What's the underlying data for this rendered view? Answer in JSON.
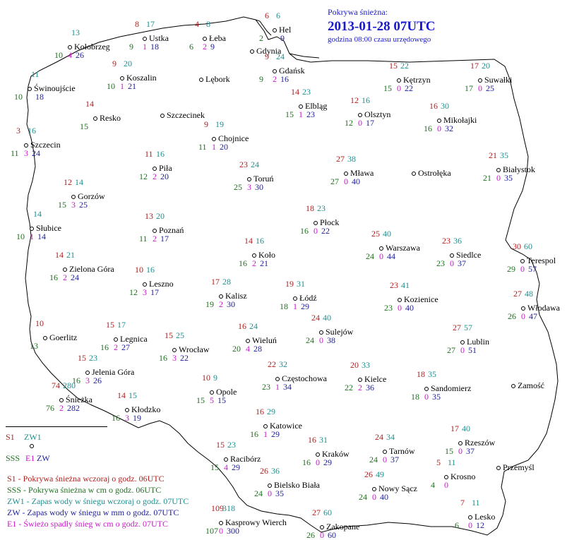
{
  "title": {
    "line1": "Pokrywa śnieżna:",
    "line2": "2013-01-28 07UTC",
    "line3": "godzina 08:00 czasu urzędowego"
  },
  "colors": {
    "s1": "#b02020",
    "zw1": "#1f8f8f",
    "sss": "#207020",
    "e1": "#cc18cc",
    "zw": "#20209a",
    "title": "#1a1acc"
  },
  "legend": {
    "demo": {
      "s1": "S1",
      "zw1": "ZW1",
      "sss": "SSS",
      "e1": "E1",
      "zw": "ZW"
    },
    "items": [
      {
        "key": "s1",
        "text": "S1 - Pokrywa śnieżna wczoraj o godz. 06UTC"
      },
      {
        "key": "sss",
        "text": "SSS - Pokrywa śnieżna w cm o godz. 06UTC"
      },
      {
        "key": "zw1",
        "text": "ZW1 - Zapas wody w śniegu wczoraj o godz. 07UTC"
      },
      {
        "key": "zw",
        "text": "ZW - Zapas wody w śniegu w mm o godz. 07UTC"
      },
      {
        "key": "e1",
        "text": "E1 - Świeżo spadły śnieg w cm o godz. 07UTC"
      }
    ]
  },
  "stations": [
    {
      "name": "Hel",
      "s1": "6",
      "zw1": "6",
      "sss": "2",
      "e1": "",
      "zw": "9"
    },
    {
      "name": "Ustka",
      "s1": "8",
      "zw1": "17",
      "sss": "9",
      "e1": "1",
      "zw": "18"
    },
    {
      "name": "Łeba",
      "s1": "4",
      "zw1": "8",
      "sss": "6",
      "e1": "2",
      "zw": "9"
    },
    {
      "name": "Gdynia",
      "s1": "",
      "zw1": "",
      "sss": "",
      "e1": "",
      "zw": ""
    },
    {
      "name": "Kołobrzeg",
      "s1": "",
      "zw1": "13",
      "sss": "10",
      "e1": "4",
      "zw": "26"
    },
    {
      "name": "Koszalin",
      "s1": "9",
      "zw1": "20",
      "sss": "10",
      "e1": "1",
      "zw": "21"
    },
    {
      "name": "Lębork",
      "s1": "",
      "zw1": "",
      "sss": "",
      "e1": "",
      "zw": ""
    },
    {
      "name": "Gdańsk",
      "s1": "9",
      "zw1": "24",
      "sss": "9",
      "e1": "2",
      "zw": "16"
    },
    {
      "name": "Świnoujście",
      "s1": "",
      "zw1": "11",
      "sss": "10",
      "e1": "",
      "zw": "18"
    },
    {
      "name": "Kętrzyn",
      "s1": "15",
      "zw1": "22",
      "sss": "15",
      "e1": "0",
      "zw": "22"
    },
    {
      "name": "Suwałki",
      "s1": "17",
      "zw1": "20",
      "sss": "17",
      "e1": "0",
      "zw": "25"
    },
    {
      "name": "Elbląg",
      "s1": "14",
      "zw1": "23",
      "sss": "15",
      "e1": "1",
      "zw": "23"
    },
    {
      "name": "Resko",
      "s1": "14",
      "zw1": "",
      "sss": "15",
      "e1": "",
      "zw": ""
    },
    {
      "name": "Szczecinek",
      "s1": "",
      "zw1": "",
      "sss": "",
      "e1": "",
      "zw": ""
    },
    {
      "name": "Olsztyn",
      "s1": "12",
      "zw1": "16",
      "sss": "12",
      "e1": "0",
      "zw": "17"
    },
    {
      "name": "Mikołajki",
      "s1": "16",
      "zw1": "30",
      "sss": "16",
      "e1": "0",
      "zw": "32"
    },
    {
      "name": "Chojnice",
      "s1": "9",
      "zw1": "19",
      "sss": "11",
      "e1": "1",
      "zw": "20"
    },
    {
      "name": "Szczecin",
      "s1": "3",
      "zw1": "16",
      "sss": "11",
      "e1": "3",
      "zw": "24"
    },
    {
      "name": "Piła",
      "s1": "11",
      "zw1": "16",
      "sss": "12",
      "e1": "2",
      "zw": "20"
    },
    {
      "name": "Toruń",
      "s1": "23",
      "zw1": "24",
      "sss": "25",
      "e1": "3",
      "zw": "30"
    },
    {
      "name": "Mława",
      "s1": "27",
      "zw1": "38",
      "sss": "27",
      "e1": "0",
      "zw": "40"
    },
    {
      "name": "Ostrołęka",
      "s1": "",
      "zw1": "",
      "sss": "",
      "e1": "",
      "zw": ""
    },
    {
      "name": "Białystok",
      "s1": "21",
      "zw1": "35",
      "sss": "21",
      "e1": "0",
      "zw": "35"
    },
    {
      "name": "Gorzów",
      "s1": "12",
      "zw1": "14",
      "sss": "15",
      "e1": "3",
      "zw": "25"
    },
    {
      "name": "Płock",
      "s1": "18",
      "zw1": "23",
      "sss": "16",
      "e1": "0",
      "zw": "22"
    },
    {
      "name": "Słubice",
      "s1": "",
      "zw1": "14",
      "sss": "10",
      "e1": "1",
      "zw": "14"
    },
    {
      "name": "Poznań",
      "s1": "13",
      "zw1": "20",
      "sss": "11",
      "e1": "2",
      "zw": "17"
    },
    {
      "name": "Warszawa",
      "s1": "25",
      "zw1": "40",
      "sss": "24",
      "e1": "0",
      "zw": "44"
    },
    {
      "name": "Siedlce",
      "s1": "23",
      "zw1": "36",
      "sss": "23",
      "e1": "0",
      "zw": "37"
    },
    {
      "name": "Koło",
      "s1": "14",
      "zw1": "16",
      "sss": "16",
      "e1": "2",
      "zw": "21"
    },
    {
      "name": "Terespol",
      "s1": "30",
      "zw1": "60",
      "sss": "29",
      "e1": "0",
      "zw": "57"
    },
    {
      "name": "Zielona Góra",
      "s1": "14",
      "zw1": "21",
      "sss": "16",
      "e1": "2",
      "zw": "24"
    },
    {
      "name": "Leszno",
      "s1": "10",
      "zw1": "16",
      "sss": "12",
      "e1": "3",
      "zw": "17"
    },
    {
      "name": "Kalisz",
      "s1": "17",
      "zw1": "28",
      "sss": "19",
      "e1": "2",
      "zw": "30"
    },
    {
      "name": "Łódź",
      "s1": "19",
      "zw1": "31",
      "sss": "18",
      "e1": "1",
      "zw": "29"
    },
    {
      "name": "Kozienice",
      "s1": "23",
      "zw1": "41",
      "sss": "23",
      "e1": "0",
      "zw": "40"
    },
    {
      "name": "Włodawa",
      "s1": "27",
      "zw1": "48",
      "sss": "26",
      "e1": "0",
      "zw": "47"
    },
    {
      "name": "Sulejów",
      "s1": "24",
      "zw1": "40",
      "sss": "24",
      "e1": "0",
      "zw": "38"
    },
    {
      "name": "Goerlitz",
      "s1": "10",
      "zw1": "",
      "sss": "13",
      "e1": "",
      "zw": ""
    },
    {
      "name": "Legnica",
      "s1": "15",
      "zw1": "17",
      "sss": "16",
      "e1": "2",
      "zw": "27"
    },
    {
      "name": "Wieluń",
      "s1": "16",
      "zw1": "24",
      "sss": "20",
      "e1": "4",
      "zw": "28"
    },
    {
      "name": "Wrocław",
      "s1": "15",
      "zw1": "25",
      "sss": "16",
      "e1": "3",
      "zw": "22"
    },
    {
      "name": "Lublin",
      "s1": "27",
      "zw1": "57",
      "sss": "27",
      "e1": "0",
      "zw": "51"
    },
    {
      "name": "Jelenia Góra",
      "s1": "15",
      "zw1": "23",
      "sss": "16",
      "e1": "3",
      "zw": "26"
    },
    {
      "name": "Częstochowa",
      "s1": "22",
      "zw1": "32",
      "sss": "23",
      "e1": "1",
      "zw": "34"
    },
    {
      "name": "Kielce",
      "s1": "20",
      "zw1": "33",
      "sss": "22",
      "e1": "2",
      "zw": "36"
    },
    {
      "name": "Sandomierz",
      "s1": "18",
      "zw1": "35",
      "sss": "18",
      "e1": "0",
      "zw": "35"
    },
    {
      "name": "Opole",
      "s1": "10",
      "zw1": "9",
      "sss": "15",
      "e1": "5",
      "zw": "15"
    },
    {
      "name": "Zamość",
      "s1": "",
      "zw1": "",
      "sss": "",
      "e1": "",
      "zw": ""
    },
    {
      "name": "Śnieżka",
      "s1": "74",
      "zw1": "280",
      "sss": "76",
      "e1": "2",
      "zw": "282"
    },
    {
      "name": "Kłodzko",
      "s1": "14",
      "zw1": "15",
      "sss": "16",
      "e1": "3",
      "zw": "19"
    },
    {
      "name": "Katowice",
      "s1": "16",
      "zw1": "29",
      "sss": "16",
      "e1": "1",
      "zw": "29"
    },
    {
      "name": "Rzeszów",
      "s1": "17",
      "zw1": "40",
      "sss": "15",
      "e1": "0",
      "zw": "37"
    },
    {
      "name": "Kraków",
      "s1": "16",
      "zw1": "31",
      "sss": "16",
      "e1": "0",
      "zw": "29"
    },
    {
      "name": "Tarnów",
      "s1": "24",
      "zw1": "34",
      "sss": "24",
      "e1": "0",
      "zw": "37"
    },
    {
      "name": "Racibórz",
      "s1": "15",
      "zw1": "23",
      "sss": "15",
      "e1": "4",
      "zw": "29"
    },
    {
      "name": "Przemyśl",
      "s1": "",
      "zw1": "",
      "sss": "",
      "e1": "",
      "zw": ""
    },
    {
      "name": "Krosno",
      "s1": "5",
      "zw1": "11",
      "sss": "4",
      "e1": "0",
      "zw": ""
    },
    {
      "name": "Bielsko Biała",
      "s1": "26",
      "zw1": "36",
      "sss": "24",
      "e1": "0",
      "zw": "35"
    },
    {
      "name": "Nowy Sącz",
      "s1": "26",
      "zw1": "49",
      "sss": "24",
      "e1": "0",
      "zw": "40"
    },
    {
      "name": "Kasprowy Wierch",
      "s1": "109",
      "zw1": "318",
      "sss": "107",
      "e1": "0",
      "zw": "300"
    },
    {
      "name": "Zakopane",
      "s1": "27",
      "zw1": "60",
      "sss": "26",
      "e1": "0",
      "zw": "60"
    },
    {
      "name": "Lesko",
      "s1": "7",
      "zw1": "11",
      "sss": "6",
      "e1": "0",
      "zw": "12"
    }
  ]
}
